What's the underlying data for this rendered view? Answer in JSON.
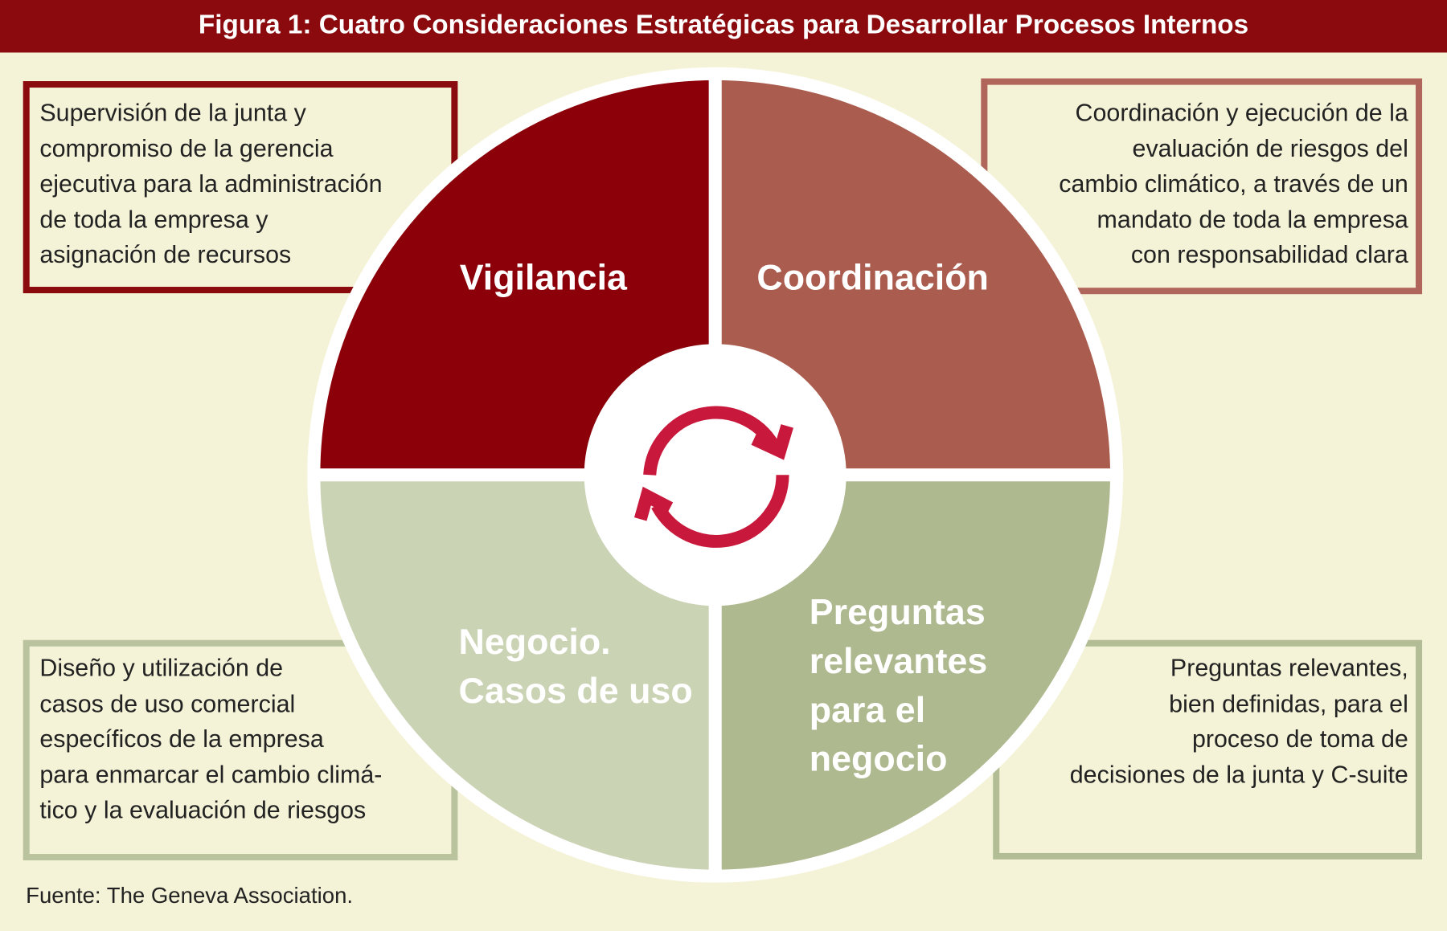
{
  "title": "Figura 1: Cuatro Consideraciones Estratégicas para Desarrollar Procesos Internos",
  "quadrants": {
    "top_left": "Vigilancia",
    "top_right": "Coordinación",
    "bottom_left": [
      "Negocio.",
      "Casos de uso"
    ],
    "bottom_right": [
      "Preguntas",
      "relevantes",
      "para el",
      "negocio"
    ]
  },
  "boxes": {
    "top_left": [
      "Supervisión de la junta y",
      "compromiso de la gerencia",
      "ejecutiva para la administración",
      "de toda la empresa y",
      "asignación de recursos"
    ],
    "top_right": [
      "Coordinación y ejecución de la",
      "evaluación de riesgos del",
      "cambio climático, a través de un",
      "mandato de toda la empresa",
      "con responsabilidad clara"
    ],
    "bottom_left": [
      "Diseño y utilización de",
      "casos de uso comercial",
      "específicos de la empresa",
      "para enmarcar el cambio climá-",
      "tico y la evaluación de riesgos"
    ],
    "bottom_right": [
      "Preguntas relevantes,",
      "bien definidas, para el",
      "proceso de toma de",
      "decisiones de la junta y C-suite"
    ]
  },
  "center_icon": "refresh-cycle-icon",
  "source": "Fuente: The Geneva Association.",
  "colors": {
    "title_bg": "#8B0A0E",
    "vigilancia": "#8B0009",
    "coordinacion": "#AA5C4E",
    "negocio": "#CBD3B5",
    "preguntas": "#AEB98F",
    "icon": "#C8193C",
    "background": "#F5F3D7"
  }
}
